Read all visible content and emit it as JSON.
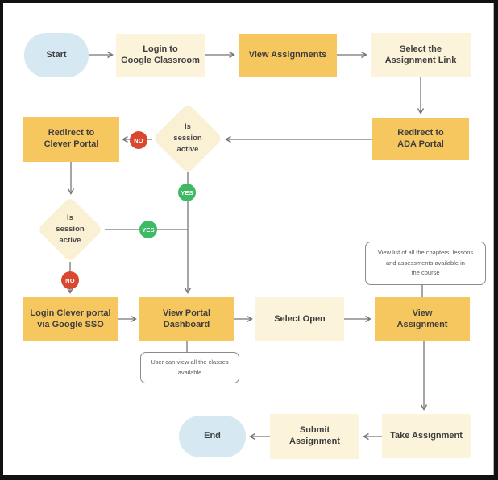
{
  "flowchart": {
    "nodes": {
      "start": {
        "label": "Start"
      },
      "login_google": {
        "label": "Login to\nGoogle Classroom"
      },
      "view_assignments": {
        "label": "View Assignments"
      },
      "select_link": {
        "label": "Select the\nAssignment Link"
      },
      "redirect_ada": {
        "label": "Redirect to\nADA Portal"
      },
      "redirect_clever": {
        "label": "Redirect to\nClever Portal"
      },
      "decision_session_1": {
        "label": "Is\nsession\nactive"
      },
      "decision_session_2": {
        "label": "Is\nsession\nactive"
      },
      "login_clever": {
        "label": "Login Clever portal\nvia Google SSO"
      },
      "view_portal_dashboard": {
        "label": "View Portal\nDashboard"
      },
      "select_open": {
        "label": "Select Open"
      },
      "view_assignment": {
        "label": "View\nAssignment"
      },
      "take_assignment": {
        "label": "Take Assignment"
      },
      "submit_assignment": {
        "label": "Submit\nAssignment"
      },
      "end": {
        "label": "End"
      }
    },
    "badges": {
      "no1": "NO",
      "yes1": "YES",
      "yes2": "YES",
      "no2": "NO"
    },
    "notes": {
      "chapters": "View list of all the chapters, lessons\nand assessments available in\nthe course",
      "classes": "User can view all the classes\navailable"
    },
    "colors": {
      "process_orange": "#F7C75F",
      "process_cream": "#FCF3DB",
      "terminator_blue": "#D6E9F2",
      "decision_cream": "#FAF0D4",
      "badge_no_red": "#D9472F",
      "badge_yes_green": "#3FBA64",
      "connector_gray": "#757575",
      "text_dark": "#3E3E3E"
    }
  }
}
